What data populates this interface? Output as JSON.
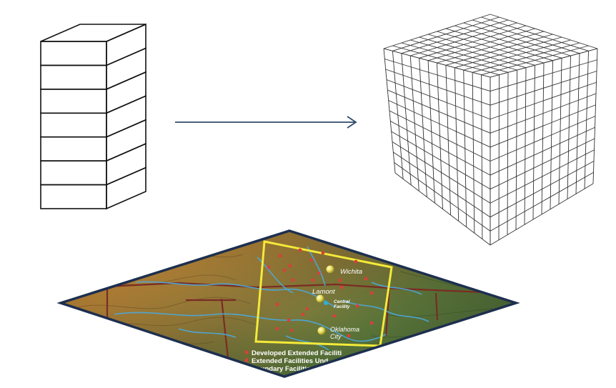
{
  "layer_stack": {
    "layer_count": 7
  },
  "grid_cube": {
    "columns": 12,
    "rows": 12,
    "depth_divisions": 12
  },
  "arrow": {
    "color": "#2f4a6a"
  },
  "map": {
    "border_color": "#1d2f4f",
    "study_area_color": "#f4ea3a",
    "cities": [
      {
        "label": "Wichita"
      },
      {
        "label": "Lamont"
      },
      {
        "label": "Central\nFacility"
      },
      {
        "label": "Oklahoma\nCity"
      }
    ],
    "legend": [
      {
        "text": "Developed Extended Faciliti",
        "marker_color": "#d8403a"
      },
      {
        "text": "Extended Facilities Und",
        "marker_color": "#d8403a"
      },
      {
        "text": "Boundary Facilities",
        "marker_color": "#d8403a"
      }
    ]
  }
}
